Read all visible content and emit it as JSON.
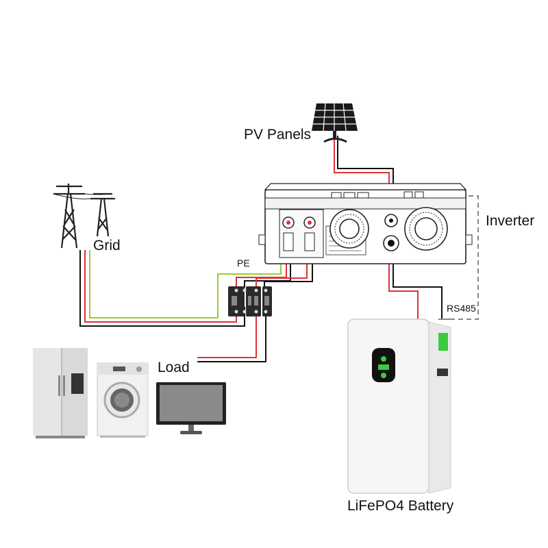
{
  "labels": {
    "pv_panels": "PV Panels",
    "inverter": "Inverter",
    "grid": "Grid",
    "pe": "PE",
    "rs485": "RS485",
    "load": "Load",
    "battery": "LiFePO4 Battery"
  },
  "colors": {
    "live_wire": "#e0303a",
    "neutral_wire": "#111111",
    "earth_wire": "#9acd32",
    "rs485_link": "#888888",
    "battery_body": "#f4f4f4",
    "battery_led": "#3ccb3c"
  },
  "icons": [
    "solar-panel-icon",
    "power-pylon-icon",
    "refrigerator-icon",
    "washing-machine-icon",
    "monitor-icon",
    "inverter-icon",
    "breaker-icon",
    "battery-icon"
  ]
}
